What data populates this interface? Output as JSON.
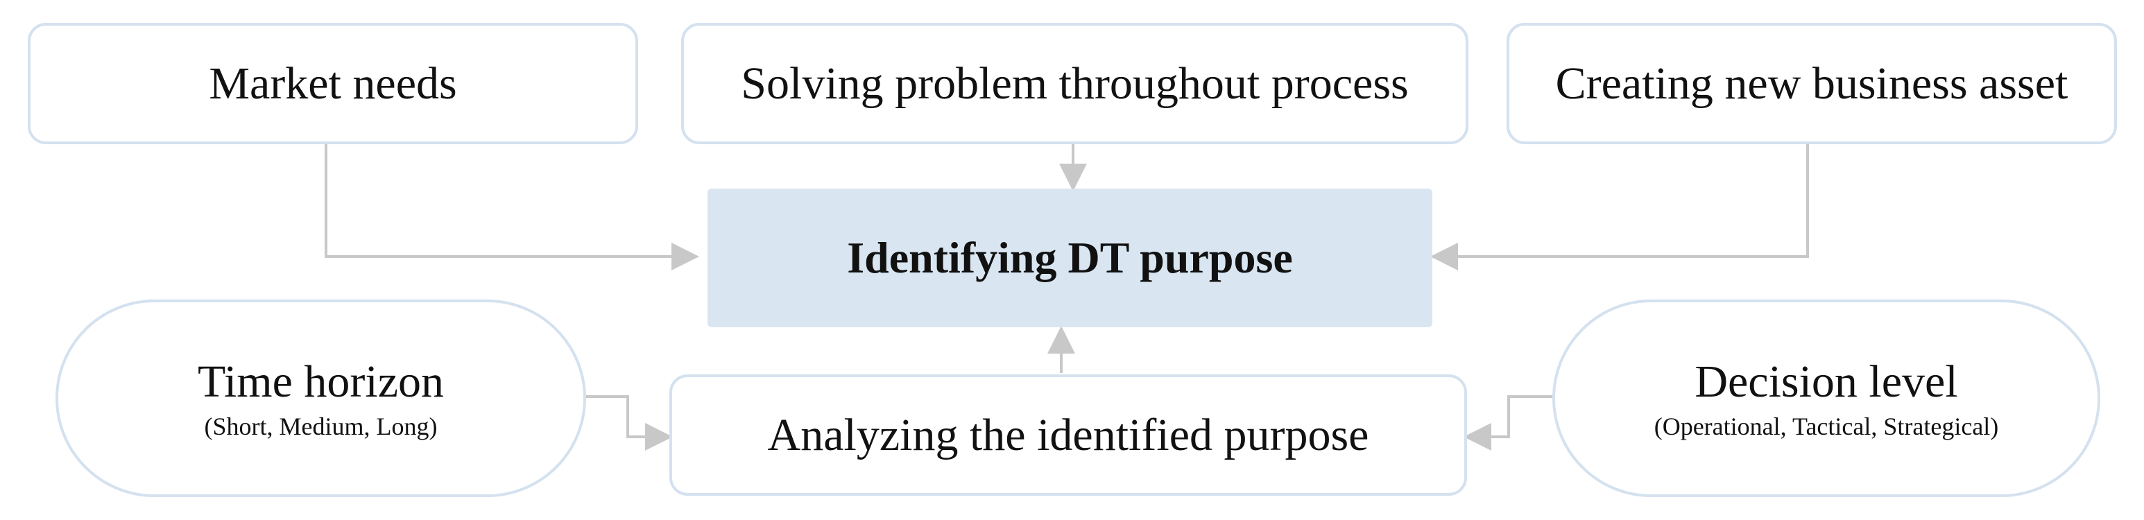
{
  "diagram": {
    "nodes": {
      "market_needs": "Market needs",
      "solving_problem": "Solving problem throughout process",
      "new_asset": "Creating new business asset",
      "central": "Identifying DT purpose",
      "time_horizon": {
        "title": "Time horizon",
        "subtitle": "(Short, Medium, Long)"
      },
      "analyzing": "Analyzing the identified purpose",
      "decision_level": {
        "title": "Decision level",
        "subtitle": "(Operational, Tactical, Strategical)"
      }
    },
    "colors": {
      "node_border": "#d4e1ef",
      "central_fill": "#d9e6f2",
      "connector": "#c8c8c8"
    }
  }
}
